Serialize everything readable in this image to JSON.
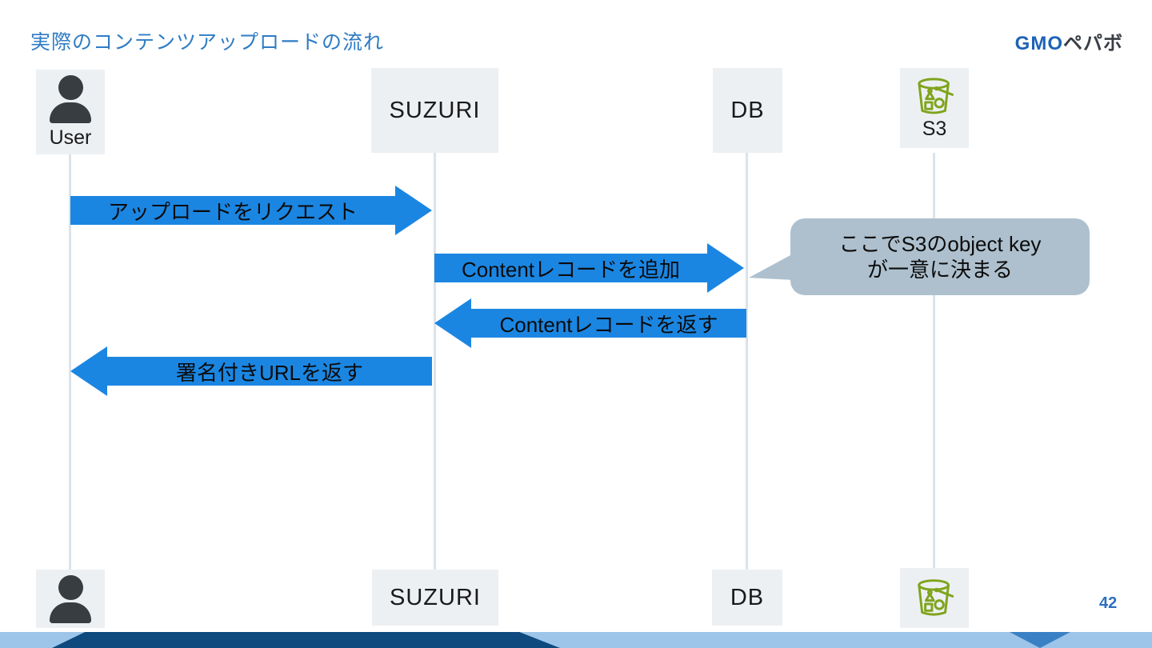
{
  "slide": {
    "title": "実際のコンテンツアップロードの流れ",
    "page_number": "42"
  },
  "logo": {
    "gmo": "GMO",
    "pepabo": "ペパボ"
  },
  "actors": {
    "user": {
      "label": "User"
    },
    "suzuri": {
      "label": "SUZURI"
    },
    "db": {
      "label": "DB"
    },
    "s3": {
      "label": "S3"
    }
  },
  "messages": [
    {
      "from": "User",
      "to": "SUZURI",
      "direction": "right",
      "label": "アップロードをリクエスト"
    },
    {
      "from": "SUZURI",
      "to": "DB",
      "direction": "right",
      "label": "Contentレコードを追加"
    },
    {
      "from": "DB",
      "to": "SUZURI",
      "direction": "left",
      "label": "Contentレコードを返す"
    },
    {
      "from": "SUZURI",
      "to": "User",
      "direction": "left",
      "label": "署名付きURLを返す"
    }
  ],
  "callout": {
    "line1": "ここでS3のobject key",
    "line2": "が一意に決まる"
  },
  "icons": {
    "user": "person-icon",
    "s3": "s3-bucket-icon"
  },
  "colors": {
    "title": "#2e7cc5",
    "arrow": "#1b86e2",
    "actor_box": "#edf0f3",
    "callout_bg": "#aec0ce",
    "s3_green": "#7fa41c",
    "footer_light_blue": "#9cc5e9",
    "footer_navy": "#0e4a7d",
    "footer_accent_blue": "#3a80c4",
    "page_number": "#2d6fc0"
  }
}
